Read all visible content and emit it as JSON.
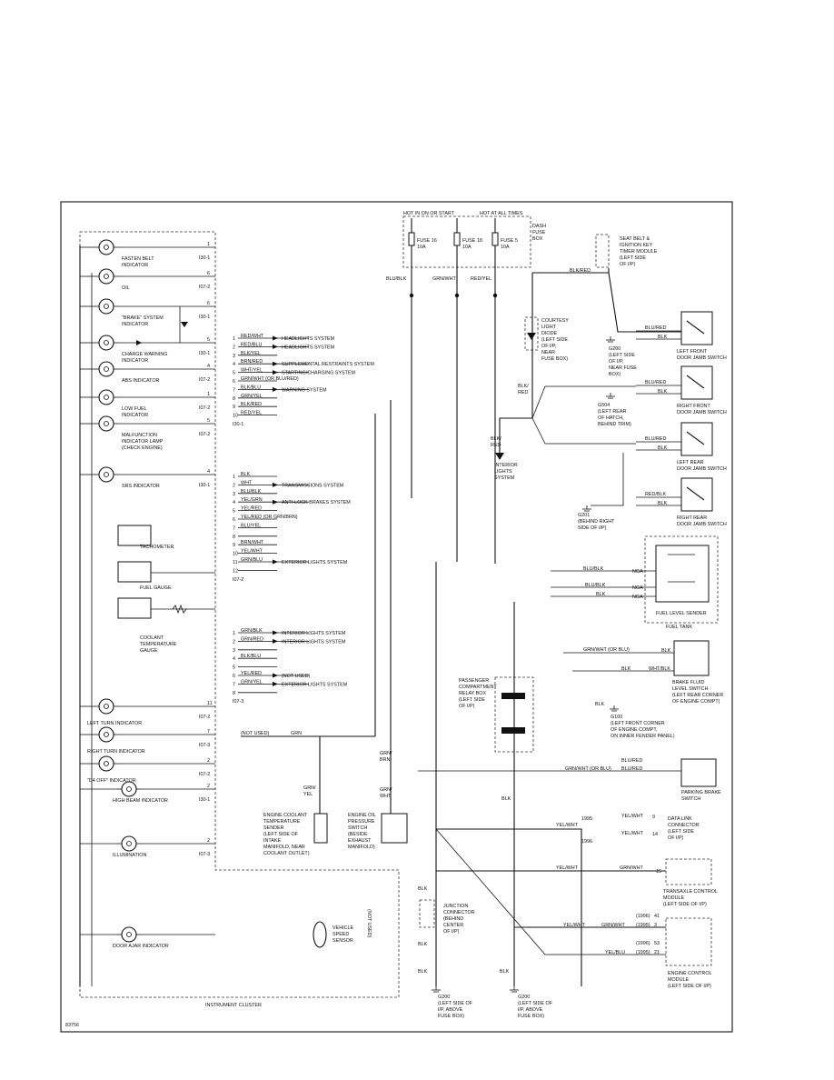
{
  "figure_id": "83756",
  "cluster_label": "INSTRUMENT CLUSTER",
  "power": {
    "hot_run_start": "HOT IN ON OR START",
    "hot_always": "HOT AT ALL TIMES",
    "fusebox": [
      "DASH",
      "FUSE",
      "BOX"
    ],
    "fuses": [
      {
        "name": "FUSE 16",
        "rating": "10A"
      },
      {
        "name": "FUSE 18",
        "rating": "10A"
      },
      {
        "name": "FUSE 5",
        "rating": "10A"
      }
    ],
    "wires": [
      "BLU/BLK",
      "GRN/WHT",
      "RED/YEL"
    ]
  },
  "indicators": [
    {
      "label": [
        "FASTEN BELT",
        "INDICATOR"
      ],
      "pin": "1",
      "conn": "I30-1"
    },
    {
      "label": [
        "OIL"
      ],
      "pin": "6",
      "conn": "I07-2"
    },
    {
      "label": [
        "\"BRAKE\" SYSTEM",
        "INDICATOR"
      ],
      "pin": "6",
      "conn": "I30-1"
    },
    {
      "label": [
        "CHARGE WARNING",
        "INDICATOR"
      ],
      "pin": "5",
      "conn": "I30-1"
    },
    {
      "label": [
        "ABS INDICATOR"
      ],
      "pin": "4",
      "conn": "I07-2"
    },
    {
      "label": [
        "LOW FUEL",
        "INDICATOR"
      ],
      "pin": "1",
      "conn": "I07-2"
    },
    {
      "label": [
        "MALFUNCTION",
        "INDICATOR LAMP",
        "(CHECK ENGINE)"
      ],
      "pin": "5",
      "conn": "I07-2"
    },
    {
      "label": [
        "SRS INDICATOR"
      ],
      "pin": "4",
      "conn": "I30-1"
    },
    {
      "label": [
        "LEFT TURN INDICATOR"
      ],
      "pin": "11",
      "conn": "I07-2"
    },
    {
      "label": [
        "RIGHT TURN INDICATOR"
      ],
      "pin": "7",
      "conn": "I07-3"
    },
    {
      "label": [
        "\"D4 OFF\" INDICATOR"
      ],
      "pin": "2",
      "conn": "I07-2"
    },
    {
      "label": [
        "HIGH BEAM INDICATOR"
      ],
      "pin": "2",
      "conn": "I30-1"
    },
    {
      "label": [
        "ILLUMINATION"
      ],
      "pin": "2",
      "conn": "I07-3"
    },
    {
      "label": [
        "DOOR AJAR INDICATOR"
      ],
      "pin": "",
      "conn": ""
    }
  ],
  "gauges": [
    {
      "label": [
        "TACHOMETER"
      ]
    },
    {
      "label": [
        "FUEL GAUGE"
      ]
    },
    {
      "label": [
        "COOLANT",
        "TEMPERATURE",
        "GAUGE"
      ]
    }
  ],
  "connector_groups": [
    {
      "name": "I30-1",
      "rows": [
        {
          "pin": "1",
          "wire": "RED/WHT",
          "dest": "HEADLIGHTS SYSTEM"
        },
        {
          "pin": "2",
          "wire": "RED/BLU",
          "dest": "HEADLIGHTS SYSTEM"
        },
        {
          "pin": "3",
          "wire": "BLK/YEL",
          "dest": ""
        },
        {
          "pin": "4",
          "wire": "BRN/RED",
          "dest": "SUPPLEMENTAL RESTRAINTS SYSTEM"
        },
        {
          "pin": "5",
          "wire": "WHT/YEL",
          "dest": "STARTING/CHARGING SYSTEM"
        },
        {
          "pin": "6",
          "wire": "GRN/WHT (OR BLU/RED)",
          "dest": ""
        },
        {
          "pin": "7",
          "wire": "BLK/BLU",
          "dest": "WARNING SYSTEM"
        },
        {
          "pin": "8",
          "wire": "GRN/YEL",
          "dest": ""
        },
        {
          "pin": "9",
          "wire": "BLK/RED",
          "dest": ""
        },
        {
          "pin": "10",
          "wire": "RED/YEL",
          "dest": ""
        }
      ]
    },
    {
      "name": "I07-2",
      "rows": [
        {
          "pin": "1",
          "wire": "BLK",
          "dest": ""
        },
        {
          "pin": "2",
          "wire": "WHT",
          "dest": "TRANSMISSIONS SYSTEM"
        },
        {
          "pin": "3",
          "wire": "BLU/BLK",
          "dest": ""
        },
        {
          "pin": "4",
          "wire": "YEL/GRN",
          "dest": "ANTI-LOCK BRAKES SYSTEM"
        },
        {
          "pin": "5",
          "wire": "YEL/RED",
          "dest": ""
        },
        {
          "pin": "6",
          "wire": "YEL/RED (OR GRN/BRN)",
          "dest": ""
        },
        {
          "pin": "7",
          "wire": "BLU/YEL",
          "dest": ""
        },
        {
          "pin": "8",
          "wire": "",
          "dest": ""
        },
        {
          "pin": "9",
          "wire": "BRN/WHT",
          "dest": ""
        },
        {
          "pin": "10",
          "wire": "YEL/WHT",
          "dest": ""
        },
        {
          "pin": "11",
          "wire": "GRN/BLU",
          "dest": "EXTERIOR LIGHTS SYSTEM"
        },
        {
          "pin": "12",
          "wire": "",
          "dest": ""
        }
      ]
    },
    {
      "name": "I07-3",
      "rows": [
        {
          "pin": "1",
          "wire": "GRN/BLK",
          "dest": "INTERIOR LIGHTS SYSTEM"
        },
        {
          "pin": "2",
          "wire": "GRN/RED",
          "dest": "INTERIOR LIGHTS SYSTEM"
        },
        {
          "pin": "3",
          "wire": "",
          "dest": ""
        },
        {
          "pin": "4",
          "wire": "BLK/BLU",
          "dest": ""
        },
        {
          "pin": "5",
          "wire": "",
          "dest": ""
        },
        {
          "pin": "6",
          "wire": "YEL/RED",
          "dest": "(NOT USED)"
        },
        {
          "pin": "7",
          "wire": "GRN/YEL",
          "dest": "EXTERIOR LIGHTS SYSTEM"
        },
        {
          "pin": "8",
          "wire": "",
          "dest": ""
        }
      ]
    }
  ],
  "not_used": "(NOT USED)",
  "grn_wire": "GRN",
  "sensors": {
    "ect": [
      "ENGINE COOLANT",
      "TEMPERATURE",
      "SENDER",
      "(LEFT SIDE OF",
      "INTAKE",
      "MANIFOLD, NEAR",
      "COOLANT OUTLET)"
    ],
    "ect_wire": [
      "GRN/",
      "YEL"
    ],
    "oil": [
      "ENGINE OIL",
      "PRESSURE",
      "SWITCH",
      "(BESIDE",
      "EXHAUST",
      "MANIFOLD)"
    ],
    "oil_wire": [
      "GRN/",
      "WHT"
    ],
    "brn_wire": [
      "GRN/",
      "BRN"
    ],
    "vss": [
      "VEHICLE",
      "SPEED",
      "SENSOR"
    ]
  },
  "doors": [
    {
      "label": [
        "LEFT FRONT",
        "DOOR JAMB SWITCH"
      ],
      "wire1": "BLU/RED",
      "wire2": "BLK"
    },
    {
      "label": [
        "RIGHT FRONT",
        "DOOR JAMB SWITCH"
      ],
      "wire1": "BLU/RED",
      "wire2": "BLK"
    },
    {
      "label": [
        "LEFT REAR",
        "DOOR JAMB SWITCH"
      ],
      "wire1": "BLU/RED",
      "wire2": "BLK"
    },
    {
      "label": [
        "RIGHT REAR",
        "DOOR JAMB SWITCH"
      ],
      "wire1": "RED/BLK",
      "wire2": "BLK"
    }
  ],
  "grounds": {
    "g200": [
      "G200",
      "(LEFT SIDE",
      "OF I/P,",
      "NEAR FUSE",
      "BOX)"
    ],
    "g504": [
      "G504",
      "(LEFT REAR",
      "OF HATCH,",
      "BEHIND TRIM)"
    ],
    "g201": [
      "G201",
      "(BEHIND RIGHT",
      "SIDE OF I/P)"
    ],
    "g100": [
      "G100",
      "(LEFT FRONT CORNER",
      "OF ENGINE COMPT,",
      "ON INNER FENDER PANEL)"
    ],
    "g200_bottom": [
      "G200",
      "(LEFT SIDE OF",
      "I/P, ABOVE",
      "FUSE BOX)"
    ]
  },
  "modules": {
    "seat_belt": [
      "SEAT BELT &",
      "IGNITION KEY",
      "TIMER MODULE",
      "(LEFT SIDE",
      "OF I/P)"
    ],
    "courtesy_diode": [
      "COURTESY",
      "LIGHT",
      "DIODE",
      "(LEFT SIDE",
      "OF I/P,",
      "NEAR",
      "FUSE BOX)"
    ],
    "interior_lights": [
      "INTERIOR",
      "LIGHTS",
      "SYSTEM"
    ],
    "fuel_sender": [
      "FUEL LEVEL SENDER"
    ],
    "fuel_tank": [
      "FUEL TANK"
    ],
    "brake_fluid": [
      "BRAKE FLUID",
      "LEVEL SWITCH",
      "(LEFT REAR CORNER",
      "OF ENGINE COMPT)"
    ],
    "parking_brake": [
      "PARKING BRAKE",
      "SWITCH"
    ],
    "relay_box": [
      "PASSENGER",
      "COMPARTMENT",
      "RELAY BOX",
      "(LEFT SIDE",
      "OF I/P)"
    ],
    "dlc": [
      "DATA LINK",
      "CONNECTOR",
      "(LEFT SIDE",
      "OF I/P)"
    ],
    "tcm": [
      "TRANSAXLE CONTROL",
      "MODULE",
      "(LEFT SIDE OF I/P)"
    ],
    "ecm": [
      "ENGINE CONTROL",
      "MODULE",
      "(LEFT SIDE OF I/P)"
    ],
    "junction": [
      "JUNCTION",
      "CONNECTOR",
      "(BEHIND",
      "CENTER",
      "OF I/P)"
    ]
  },
  "wire_labels": {
    "blk_red": "BLK/RED",
    "blk_red_split": [
      "BLK/",
      "RED"
    ],
    "blu_red": "BLU/RED",
    "blu_blk": "BLU/BLK",
    "blk": "BLK",
    "nga": "NGA",
    "grn_wht_or_blu": "GRN/WHT (OR BLU)",
    "wht_blk": "WHT/BLK",
    "yel_wht": "YEL/WHT",
    "grn_wht": "GRN/WHT",
    "yel_blu": "YEL/BLU",
    "grn_wht_blu": "GRN/WHT (OR BLU)",
    "ecm_codes": [
      "(1996)",
      "(1995)",
      "(1996)",
      "(1995)"
    ],
    "ecm_pins": [
      "41",
      "3",
      "53",
      "21"
    ],
    "dlc_codes": [
      "1995",
      "1996"
    ],
    "dlc_pins": [
      "9",
      "14"
    ],
    "tcm_pin": "15"
  }
}
